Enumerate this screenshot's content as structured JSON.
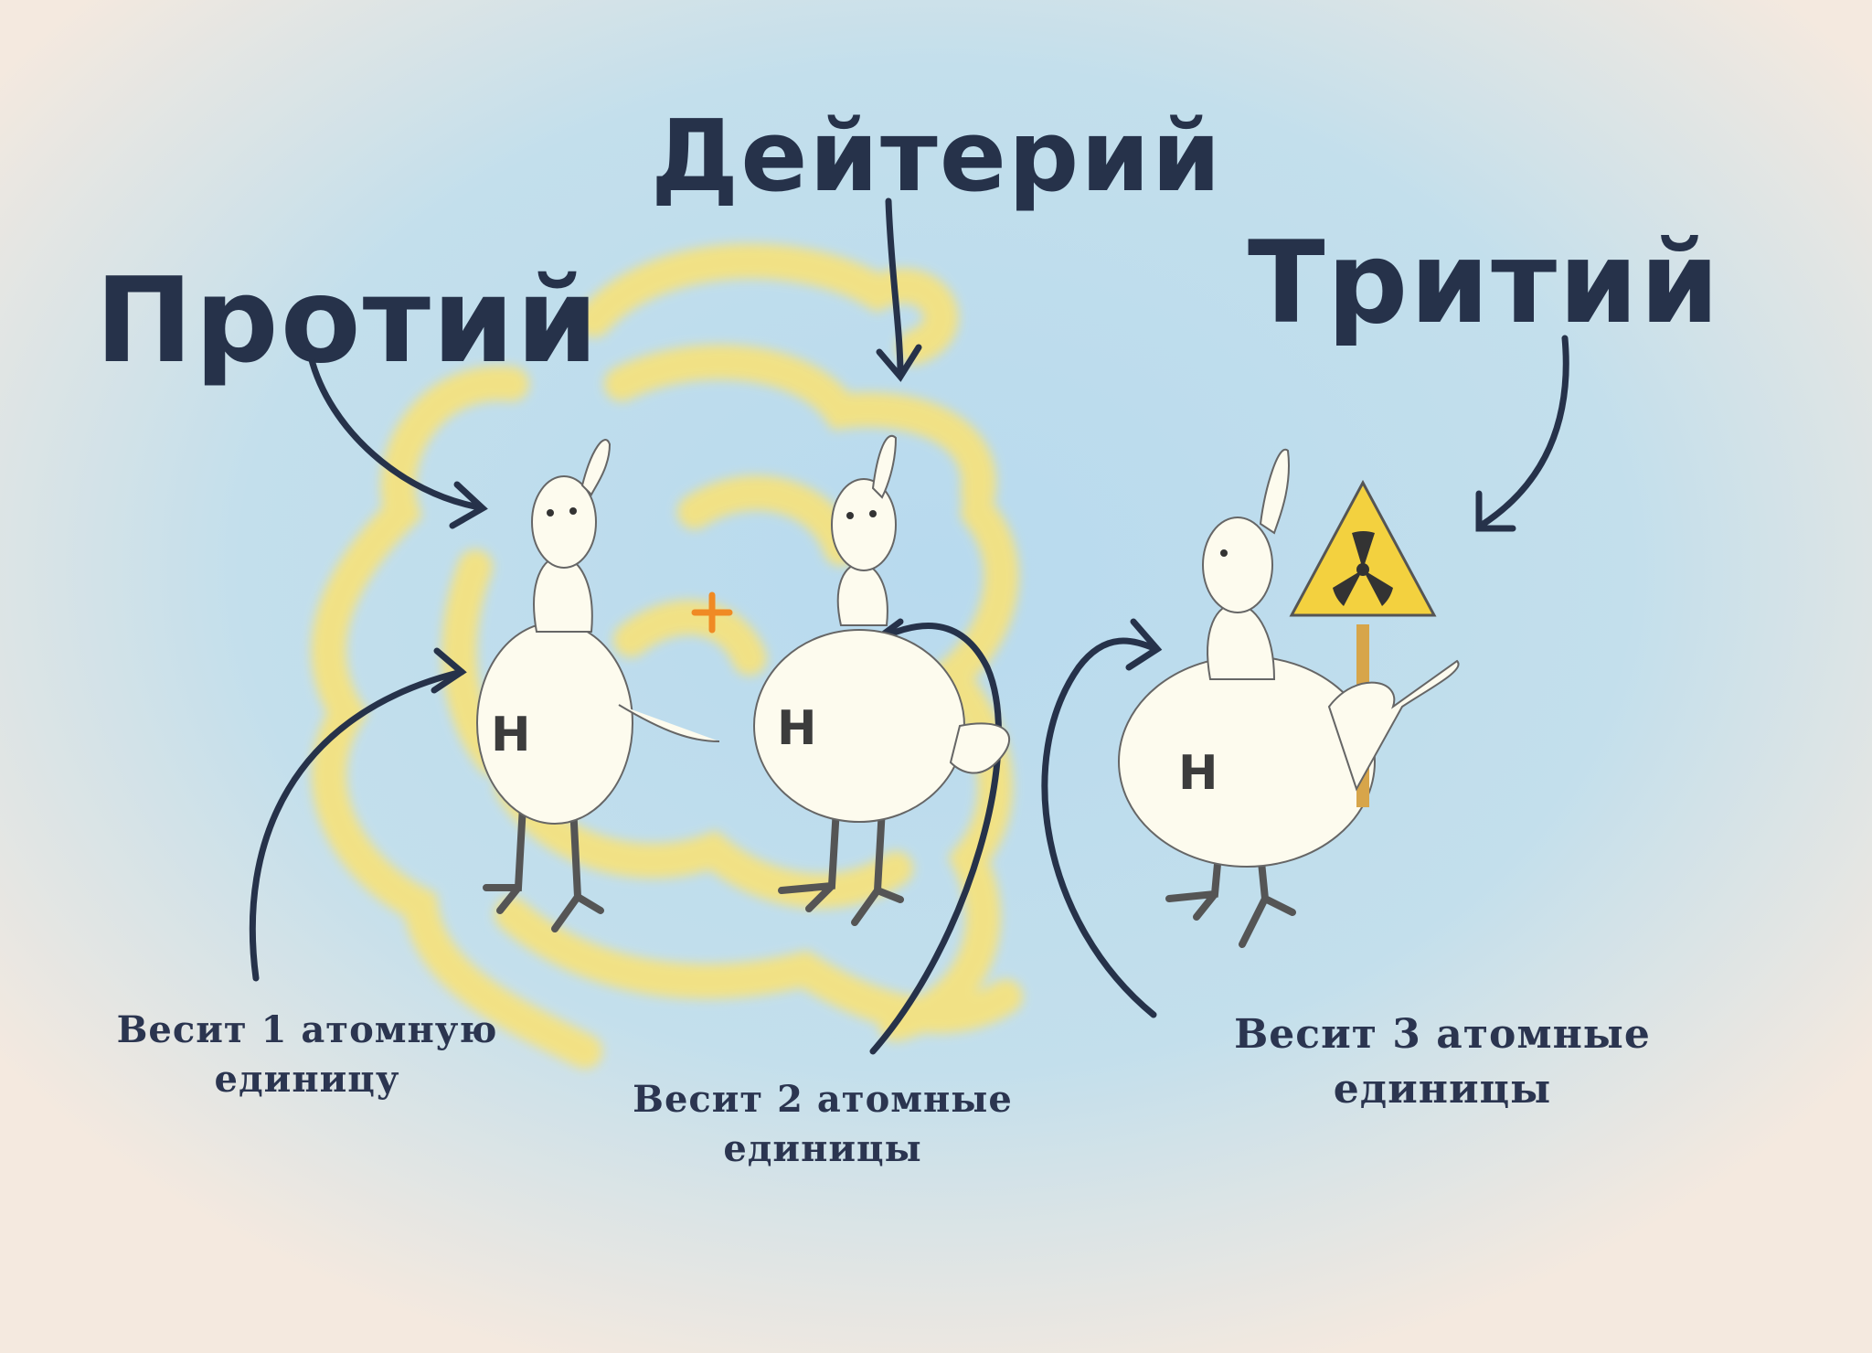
{
  "titles": {
    "protium": "Протий",
    "deuterium": "Дейтерий",
    "tritium": "Тритий"
  },
  "captions": {
    "protium": [
      "Весит 1 атомную",
      "единицу"
    ],
    "deuterium": [
      "Весит 2 атомные",
      "единицы"
    ],
    "tritium": [
      "Весит 3 атомные",
      "единицы"
    ]
  },
  "chickens": [
    {
      "label": "H"
    },
    {
      "label": "H"
    },
    {
      "label": "H"
    }
  ],
  "colors": {
    "background": "#f4e9df",
    "sky": "#bcdcee",
    "glow": "#f7e27a",
    "ink": "#26324a",
    "chicken": "#fdfbee",
    "sign": "#f3d13f"
  }
}
